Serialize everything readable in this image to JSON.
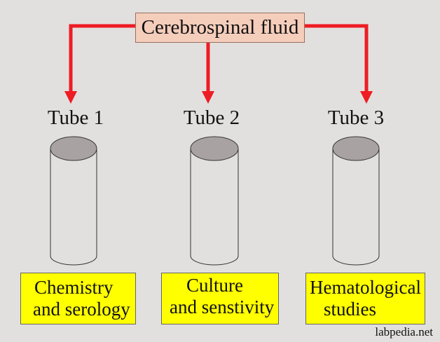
{
  "source": {
    "label": "Cerebrospinal fluid"
  },
  "tubes": [
    {
      "label": "Tube 1",
      "use": [
        "Chemistry",
        "and serology"
      ]
    },
    {
      "label": "Tube 2",
      "use": [
        "Culture",
        "and senstivity"
      ]
    },
    {
      "label": "Tube 3",
      "use": [
        "Hematological",
        "studies"
      ]
    }
  ],
  "credit": "labpedia.net",
  "colors": {
    "background": "#e2e0de",
    "arrow": "#ee1c24",
    "source_box": "#f5cdbb",
    "use_box": "#ffff00",
    "tube_cap": "#a8a3a2"
  }
}
